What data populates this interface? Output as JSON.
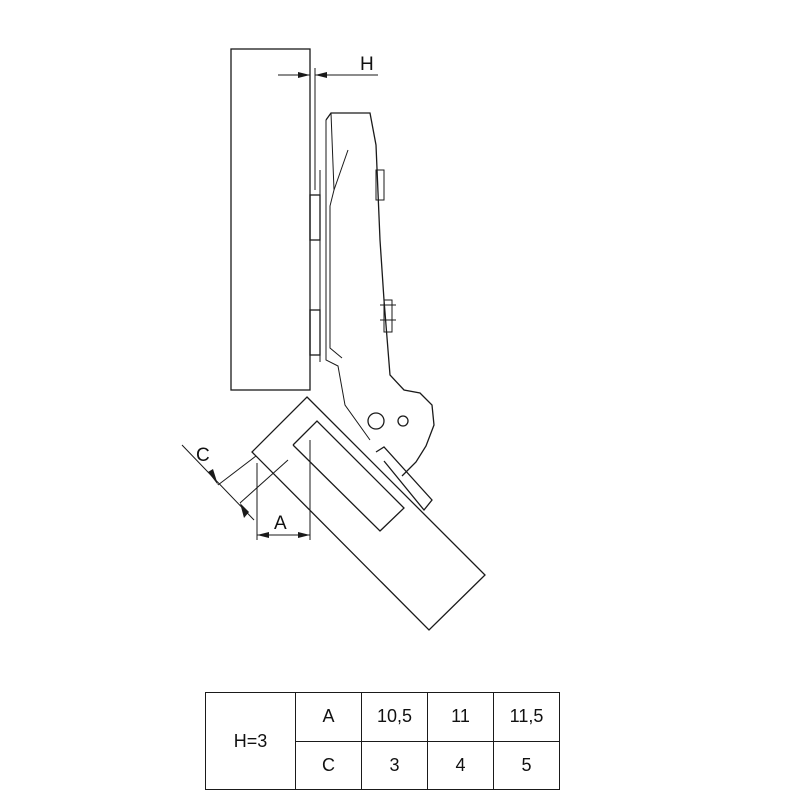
{
  "labels": {
    "h": "H",
    "c": "C",
    "a": "A"
  },
  "table": {
    "h_value": "H=3",
    "rows": [
      {
        "param": "A",
        "values": [
          "10,5",
          "11",
          "11,5"
        ]
      },
      {
        "param": "C",
        "values": [
          "3",
          "4",
          "5"
        ]
      }
    ]
  }
}
